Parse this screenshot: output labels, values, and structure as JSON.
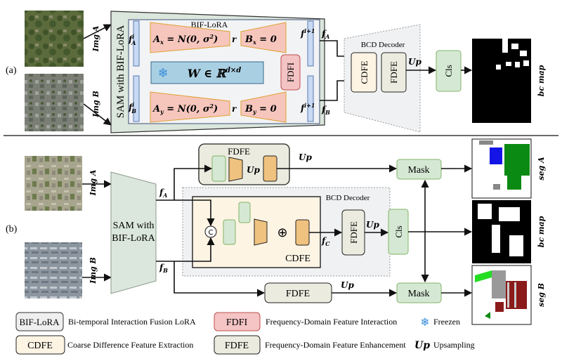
{
  "part_a": {
    "label": "(a)",
    "img_a_label": "Img A",
    "img_b_label": "Img B",
    "sam_label": "SAM with BIF-LoRA",
    "bif_lora_title": "BIF-LoRA",
    "f_a_i": {
      "main": "f",
      "sub": "A",
      "sup": "i"
    },
    "f_b_i": {
      "main": "f",
      "sub": "B",
      "sup": "i"
    },
    "f_a_next": {
      "main": "f",
      "sub": "A",
      "sup": "i+1"
    },
    "f_b_next": {
      "main": "f",
      "sub": "B",
      "sup": "i+1"
    },
    "ax": {
      "main": "A",
      "sub": "x",
      "rest": " = N(0, σ",
      "sup": "2",
      "end": ")"
    },
    "ay": {
      "main": "A",
      "sub": "y",
      "rest": " = N(0, σ",
      "sup": "2",
      "end": ")"
    },
    "bx": {
      "main": "B",
      "sub": "x",
      "rest": " = 0"
    },
    "by": {
      "main": "B",
      "sub": "y",
      "rest": " = 0"
    },
    "rank": "r",
    "w": {
      "main": "W ∈ ℝ",
      "sup": "d×d"
    },
    "fdfi": "FDFI",
    "fa_out": {
      "main": "f",
      "sub": "A"
    },
    "fb_out": {
      "main": "f",
      "sub": "B"
    },
    "bcd_decoder": "BCD Decoder",
    "cdfe": "CDFE",
    "fdfe": "FDFE",
    "up": "Up",
    "cls": "Cls",
    "output_label": "bc map"
  },
  "part_b": {
    "label": "(b)",
    "img_a_label": "Img A",
    "img_b_label": "Img B",
    "sam_line1": "SAM with",
    "sam_line2": "BIF-LoRA",
    "fa": {
      "main": "f",
      "sub": "A"
    },
    "fb": {
      "main": "f",
      "sub": "B"
    },
    "fc": {
      "main": "f",
      "sub": "C"
    },
    "fdfe_top": "FDFE",
    "fdfe_top_up": "Up",
    "up_top": "Up",
    "bcd_decoder": "BCD Decoder",
    "concat": "C",
    "add": "⊕",
    "cdfe": "CDFE",
    "fdfe_mid": "FDFE",
    "up_mid": "Up",
    "cls": "Cls",
    "fdfe_bottom": "FDFE",
    "up_bottom": "Up",
    "mask_top": "Mask",
    "mask_bottom": "Mask",
    "seg_a_label": "seg A",
    "bc_map_label": "bc map",
    "seg_b_label": "seg B"
  },
  "legend": [
    {
      "box": "BIF-LoRA",
      "text": "Bi-temporal Interaction Fusion LoRA",
      "color": "#efefef"
    },
    {
      "box": "FDFI",
      "text": "Frequency-Domain Feature Interaction",
      "color": "#f5c4c4"
    },
    {
      "icon": "snowflake-icon",
      "glyph": "❄",
      "text": "Freezen",
      "color": "#3a8fd9"
    },
    {
      "box": "CDFE",
      "text": "Coarse Difference Feature Extraction",
      "color": "#fdf4e4"
    },
    {
      "box": "FDFE",
      "text": "Frequency-Domain Feature Enhancement",
      "color": "#ebebdf"
    },
    {
      "symbol": "Up",
      "text": "Upsampling"
    }
  ],
  "colors": {
    "lora_pink": "#f6c6bd",
    "frozen_blue": "#a9cfe3",
    "feature_blue": "#c9daf4",
    "green_block": "#d5e8d4",
    "orange_block": "#f0c27f",
    "sam_green": "#dbe6dc",
    "seg_green": "#0a8a12",
    "seg_blue": "#1414e6",
    "seg_red": "#8b1a1a"
  }
}
